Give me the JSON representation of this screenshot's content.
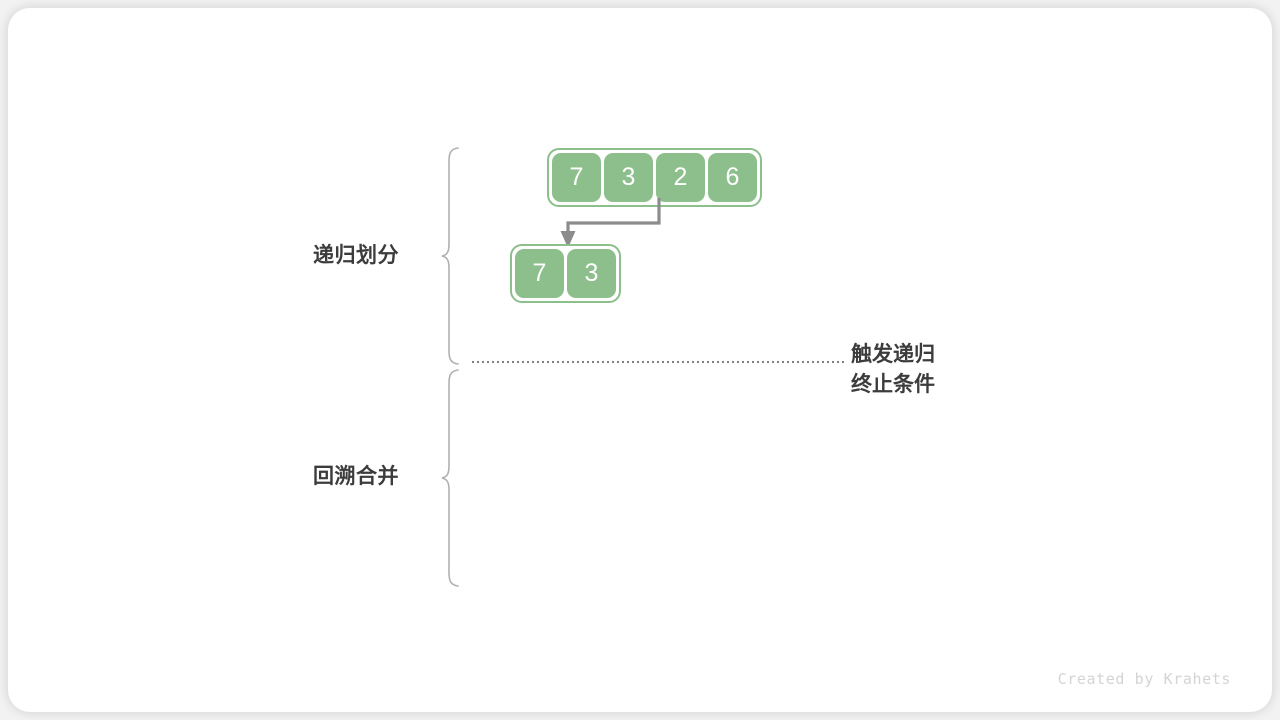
{
  "figure": {
    "title_watermark": "Created by Krahets",
    "colors": {
      "cell_fill": "#8cbf8c",
      "cell_border": "#8cbf8c",
      "cell_text": "#ffffff",
      "label_text": "#3c3c3c",
      "arrow": "#8c8c8c",
      "brace": "#b0b0b0",
      "dotted_line": "#808080",
      "watermark": "#d4d4d4",
      "card_background": "#ffffff"
    }
  },
  "sections": [
    {
      "id": "divide",
      "label": "递归划分"
    },
    {
      "id": "merge",
      "label": "回溯合并"
    }
  ],
  "arrays": [
    {
      "id": "root",
      "values": [
        "7",
        "3",
        "2",
        "6"
      ]
    },
    {
      "id": "left",
      "values": [
        "7",
        "3"
      ]
    }
  ],
  "annotations": {
    "terminate_line1": "触发递归",
    "terminate_line2": "终止条件"
  },
  "icons": {
    "divide_arrow": "arrow-down-left-elbow",
    "brace_divide": "curly-brace-right",
    "brace_merge": "curly-brace-right",
    "divider": "dotted-horizontal-line"
  }
}
